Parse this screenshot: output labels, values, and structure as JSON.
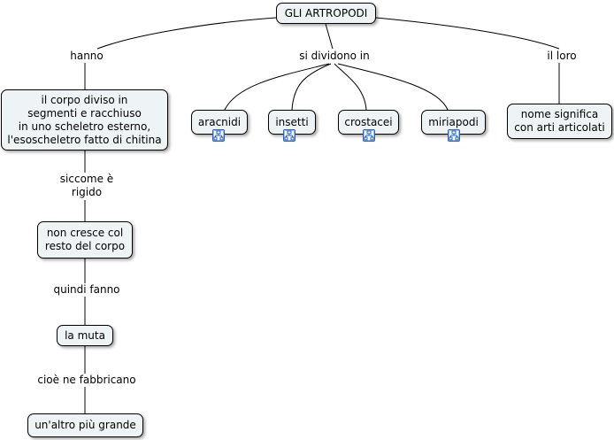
{
  "concept_map": {
    "root": "GLI ARTROPODI",
    "links": {
      "hanno": "hanno",
      "si_dividono_in": "si dividono in",
      "il_loro": "il loro",
      "siccome": "siccome è\nrigido",
      "quindi_fanno": "quindi fanno",
      "cioe": "cioè ne fabbricano"
    },
    "concepts": {
      "corpo": "il corpo diviso in\nsegmenti e racchiuso\nin uno scheletro esterno,\nl'esoscheletro fatto di chitina",
      "aracnidi": "aracnidi",
      "insetti": "insetti",
      "crostacei": "crostacei",
      "miriapodi": "miriapodi",
      "nome": "nome significa\ncon arti articolati",
      "non_cresce": "non cresce col\nresto del corpo",
      "muta": "la muta",
      "altro": "un'altro più grande"
    },
    "submap_icon": "submap-icon"
  }
}
